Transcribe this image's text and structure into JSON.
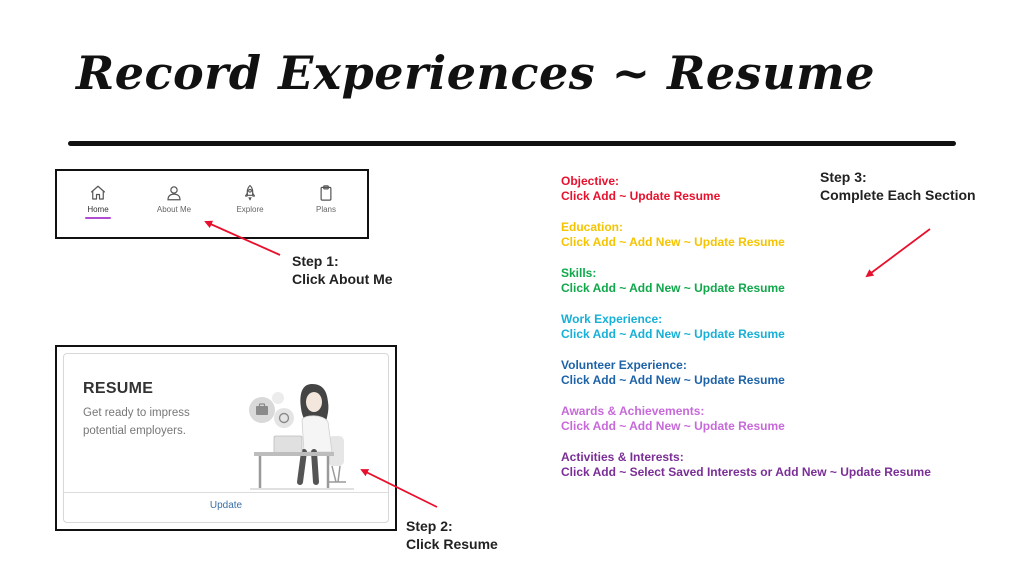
{
  "title": "Record Experiences ~ Resume",
  "nav": {
    "items": [
      {
        "label": "Home",
        "icon": "home-icon",
        "active": true
      },
      {
        "label": "About Me",
        "icon": "user-icon",
        "active": false
      },
      {
        "label": "Explore",
        "icon": "rocket-icon",
        "active": false
      },
      {
        "label": "Plans",
        "icon": "clipboard-icon",
        "active": false
      }
    ],
    "active_color": "#b04ccf"
  },
  "resume_card": {
    "title": "RESUME",
    "description": "Get ready to impress potential employers.",
    "update_label": "Update",
    "illustration": "person-at-desk-illustration"
  },
  "steps": {
    "step1": {
      "line1": "Step 1:",
      "line2": "Click About Me"
    },
    "step2": {
      "line1": "Step 2:",
      "line2": "Click Resume"
    },
    "step3": {
      "line1": "Step 3:",
      "line2": "Complete Each Section"
    }
  },
  "sections": [
    {
      "name": "Objective:",
      "action": "Click Add ~ Update Resume",
      "color": "#e8112d"
    },
    {
      "name": "Education:",
      "action": "Click Add ~ Add New ~ Update Resume",
      "color": "#f5c400"
    },
    {
      "name": "Skills:",
      "action": "Click Add ~ Add New ~ Update Resume",
      "color": "#0fa84a"
    },
    {
      "name": "Work Experience:",
      "action": "Click Add ~ Add New ~ Update Resume",
      "color": "#17b0d6"
    },
    {
      "name": "Volunteer Experience:",
      "action": "Click Add ~ Add New ~ Update Resume",
      "color": "#1e63a8"
    },
    {
      "name": "Awards & Achievements:",
      "action": "Click Add ~ Add New ~ Update Resume",
      "color": "#c769d9"
    },
    {
      "name": "Activities & Interests:",
      "action": "Click Add ~ Select Saved Interests or Add New ~ Update Resume",
      "color": "#7a2e96"
    }
  ],
  "arrow_color": "#e8112d"
}
